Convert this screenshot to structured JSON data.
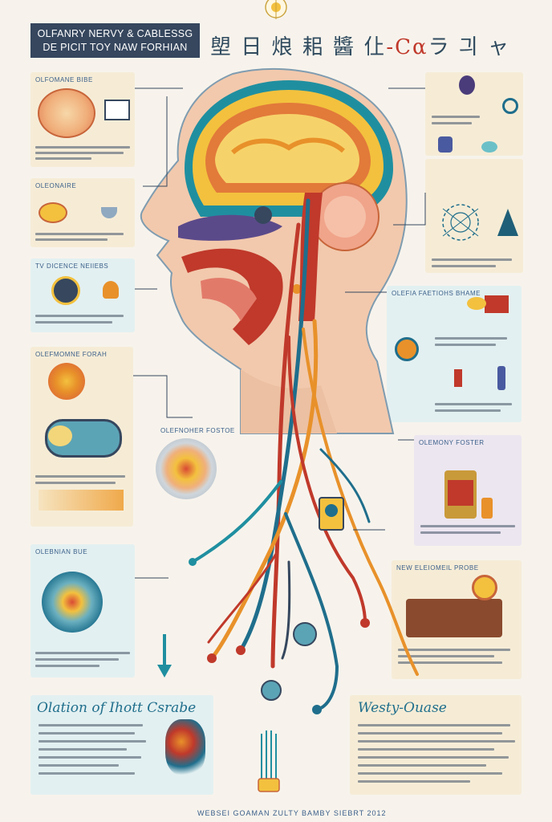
{
  "header": {
    "title_line1": "OLFANRY NERVY & CABLESSG",
    "title_line2": "DE PICIT TOY NAW FORHIAN",
    "cjk_title_main": "塱 日 烺 耜 醬 仩",
    "cjk_title_accent": "-Cα",
    "cjk_title_tail": "ラ 긔 ャ"
  },
  "panels": {
    "left_1": "OLFOMANE BIBE",
    "left_2": "OLEONAIRE",
    "left_3": "TV DICENCE NEIIEBS",
    "left_4": "OLEFMOMNE FORAH",
    "left_5": "OLEBNIAN BUE",
    "center_mid": "OLEFNOHER FOSTOE",
    "right_3": "OLEFIA FAETIOHS BHAME",
    "right_4": "OLEMONY FOSTER",
    "right_5": "NEW ELEIOMEIL PROBE"
  },
  "bottom": {
    "left_script_title": "Olation of Ihott Csrabe",
    "right_script_title": "Westy-Ouase",
    "footer_left": "WEBSEI GOAMAN ZULTY",
    "footer_right": "BAMBY SIEBRT 2012"
  },
  "colors": {
    "nerve_red": "#c0392b",
    "nerve_blue": "#1f6e8c",
    "nerve_orange": "#e8912a",
    "brain_yellow": "#f3c13e",
    "panel_cream": "#f6ecd6",
    "panel_blue": "#e3f0f1"
  },
  "icons": [
    "sun-emblem-icon",
    "brain-illustration",
    "head-profile-illustration",
    "nerve-network-icon",
    "bottle-icon",
    "molecule-icon",
    "cell-icon",
    "flower-icon",
    "nerve-fiber-icon"
  ]
}
